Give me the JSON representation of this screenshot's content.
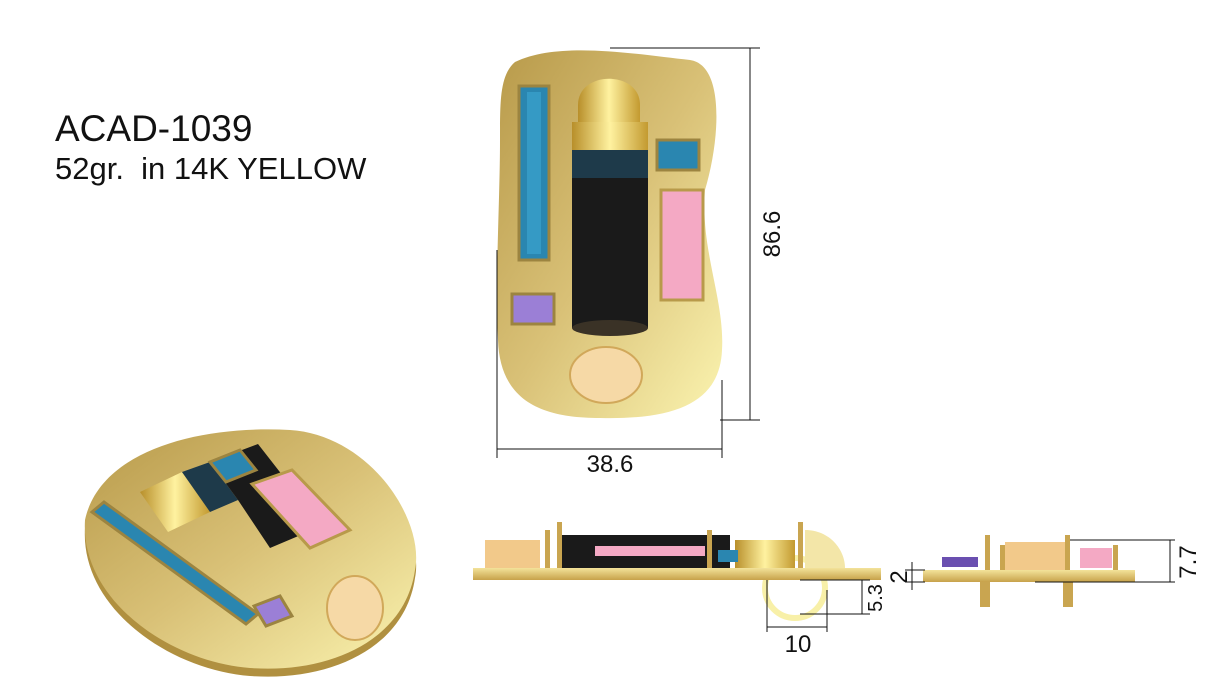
{
  "header": {
    "model": "ACAD-1039",
    "spec": "52gr.  in 14K YELLOW"
  },
  "dimensions": {
    "height": "86.6",
    "width": "38.6",
    "bail_drop": "5.3",
    "bail_width": "10",
    "plate_thickness": "2",
    "total_depth": "7.7"
  },
  "colors": {
    "gold": "#e8d27a",
    "gold_dark": "#a88a3a",
    "blue_topaz": "#2a86b0",
    "pink": "#f4a9c4",
    "amethyst": "#9b7fd6",
    "citrine": "#f6d9a6",
    "onyx": "#1a1a1a"
  }
}
